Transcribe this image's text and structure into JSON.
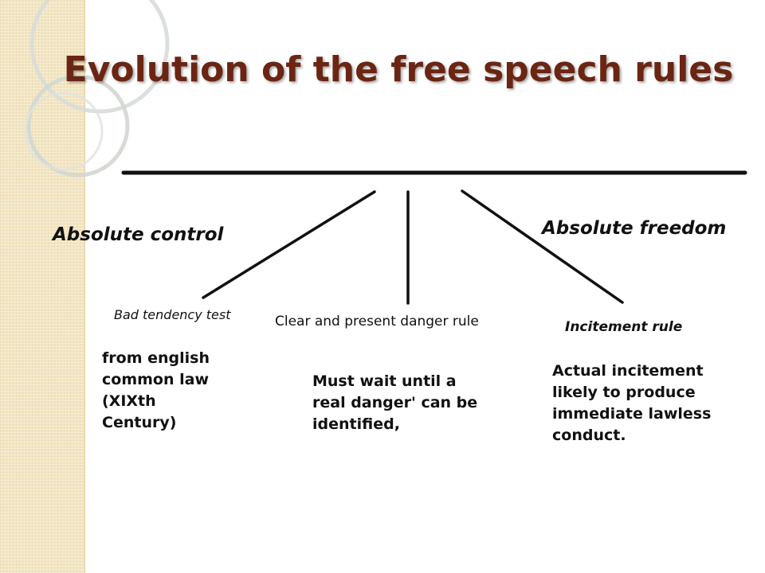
{
  "slide": {
    "title": "Evolution of the free speech rules"
  },
  "diagram": {
    "left_end": "Absolute control",
    "right_end": "Absolute freedom",
    "rules": [
      {
        "label": "Bad tendency test",
        "description": "from english\ncommon law\n(XIXth\nCentury)"
      },
      {
        "label": "Clear and present danger rule",
        "description": "Must wait until a\nreal danger' can be\nidentified,"
      },
      {
        "label": "Incitement rule",
        "description": "Actual incitement\nlikely to produce\nimmediate lawless\nconduct."
      }
    ]
  },
  "colors": {
    "title": "#6b2513",
    "side_strip": "#f3e6c4",
    "lines": "#111111"
  }
}
